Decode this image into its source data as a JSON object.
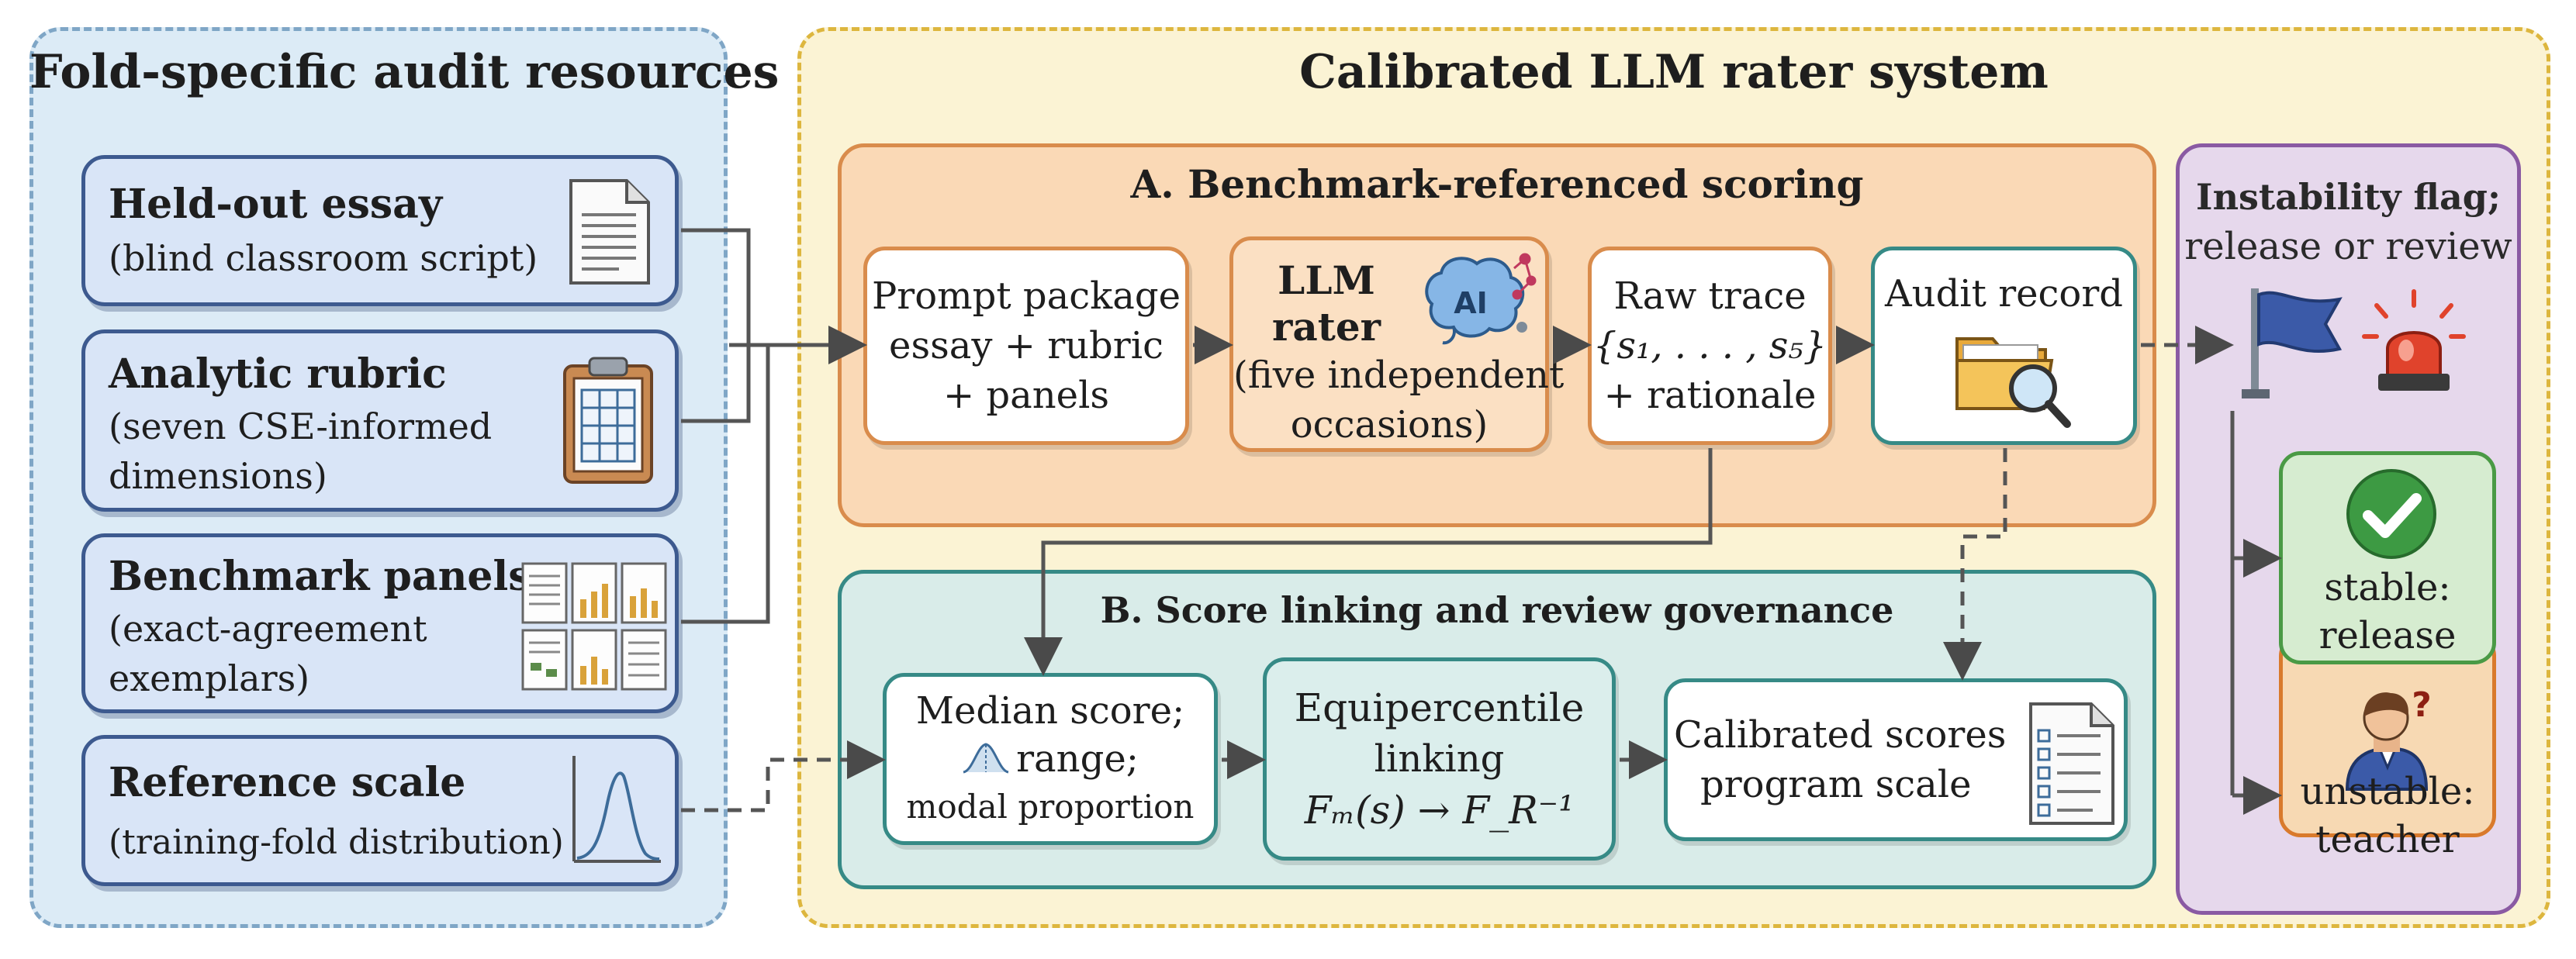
{
  "left_panel": {
    "title": "Fold-specific audit resources",
    "resources": [
      {
        "title": "Held-out essay",
        "lines": [
          "(blind classroom script)"
        ]
      },
      {
        "title": "Analytic rubric",
        "lines": [
          "(seven CSE-informed",
          "dimensions)"
        ]
      },
      {
        "title": "Benchmark panels",
        "lines": [
          "(exact-agreement",
          "exemplars)"
        ]
      },
      {
        "title": "Reference scale",
        "lines": [
          "(training-fold distribution)"
        ]
      }
    ]
  },
  "main_panel": {
    "title": "Calibrated LLM rater system"
  },
  "section_a": {
    "title": "A. Benchmark-referenced scoring",
    "prompt_package": [
      "Prompt package",
      "essay + rubric",
      "+ panels"
    ],
    "llm_rater": {
      "title_1": "LLM",
      "title_2": "rater",
      "lines": [
        "(five independent",
        "occasions)"
      ],
      "ai_badge": "AI"
    },
    "raw_trace": {
      "line1": "Raw trace",
      "math": "{s₁, . . . , s₅}",
      "line3": "+ rationale"
    },
    "audit_record": "Audit record"
  },
  "section_b": {
    "title": "B. Score linking and review governance",
    "median": {
      "line1": "Median score;",
      "line2": "range;",
      "line3": "modal proportion"
    },
    "equipercentile": {
      "line1": "Equipercentile",
      "line2": "linking",
      "formula": "Fₘ(s) → F_R⁻¹"
    },
    "calibrated": [
      "Calibrated scores",
      "program scale"
    ]
  },
  "section_c": {
    "title_lines": [
      "Instability flag;",
      "release or review"
    ],
    "stable": [
      "stable:",
      "release"
    ],
    "unstable": [
      "unstable:",
      "teacher"
    ]
  },
  "colors": {
    "left_bg": "#dcebf6",
    "main_bg": "#fbf3d4",
    "section_a": "#fad9b6",
    "section_b": "#d9ece9",
    "section_c": "#e6d8ec",
    "stable": "#d6ecd0",
    "unstable": "#fbd9b3"
  }
}
